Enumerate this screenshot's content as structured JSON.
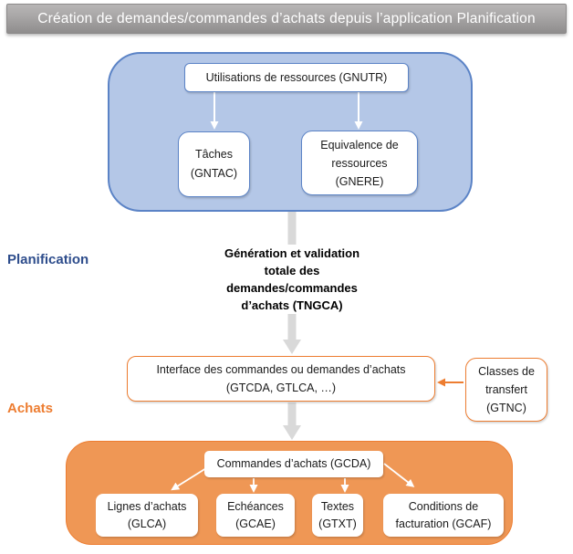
{
  "title_bar": {
    "text": "Création de demandes/commandes d’achats depuis l’application Planification"
  },
  "section_labels": {
    "planification": "Planification",
    "achats": "Achats"
  },
  "planification_group": {
    "gnutr": "Utilisations de ressources (GNUTR)",
    "gntac": "Tâches\n(GNTAC)",
    "gnere": "Equivalence de\nressources\n(GNERE)"
  },
  "transition": {
    "tngca": "Génération et validation\ntotale des\ndemandes/commandes\nd’achats (TNGCA)"
  },
  "interface_row": {
    "interface": "Interface des commandes ou demandes d’achats\n(GTCDA, GTLCA, …)",
    "classes": "Classes de\ntransfert\n(GTNC)"
  },
  "achats_group": {
    "gcda": "Commandes d’achats (GCDA)",
    "glca": "Lignes d’achats\n(GLCA)",
    "gcae": "Echéances\n(GCAE)",
    "gtxt": "Textes\n(GTXT)",
    "gcaf": "Conditions de\nfacturation (GCAF)"
  },
  "colors": {
    "blue_fill": "#B4C7E7",
    "blue_border": "#5B83C6",
    "orange_accent": "#ED7D31",
    "orange_fill": "#EF9755",
    "gray_arrow": "#D9D9D9",
    "label_blue": "#2E4D8C",
    "title_text": "#FFFFFF",
    "title_bar_gray": "#A7A5A5"
  }
}
